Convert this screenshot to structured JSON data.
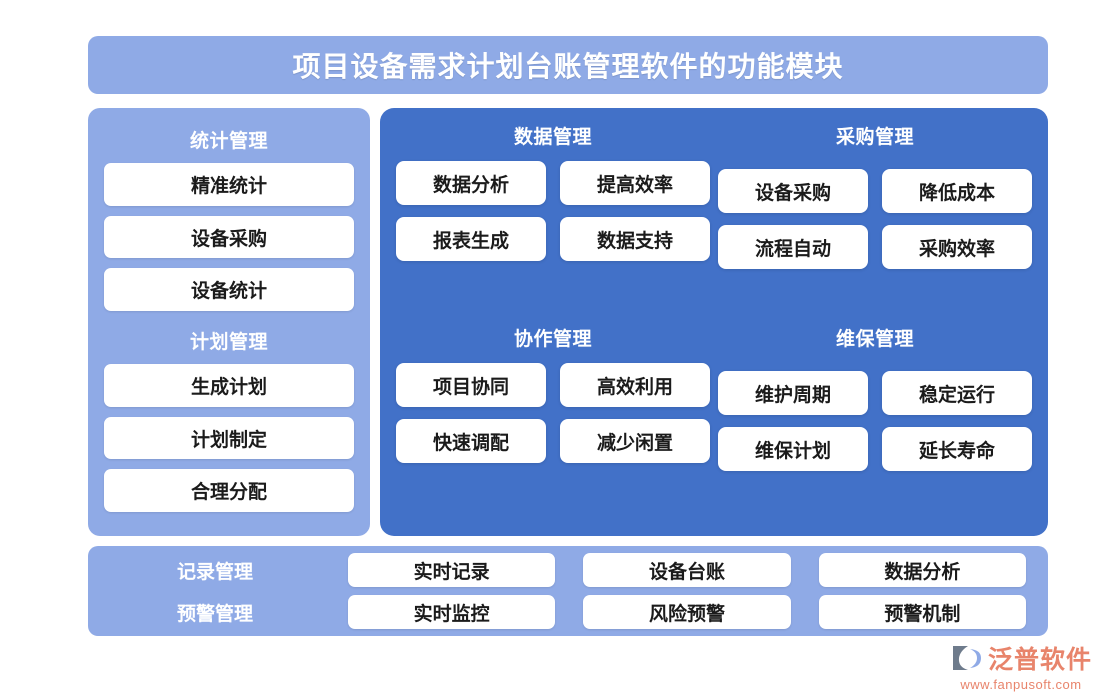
{
  "header": {
    "title": "项目设备需求计划台账管理软件的功能模块"
  },
  "sidebar": {
    "groups": [
      {
        "title": "统计管理",
        "items": [
          {
            "label": "精准统计"
          },
          {
            "label": "设备采购"
          },
          {
            "label": "设备统计"
          }
        ]
      },
      {
        "title": "计划管理",
        "items": [
          {
            "label": "生成计划"
          },
          {
            "label": "计划制定"
          },
          {
            "label": "合理分配"
          }
        ]
      }
    ]
  },
  "main": {
    "sections": [
      {
        "title": "数据管理",
        "items": [
          {
            "label": "数据分析"
          },
          {
            "label": "提高效率"
          },
          {
            "label": "报表生成"
          },
          {
            "label": "数据支持"
          }
        ]
      },
      {
        "title": "采购管理",
        "items": [
          {
            "label": "设备采购"
          },
          {
            "label": "降低成本"
          },
          {
            "label": "流程自动"
          },
          {
            "label": "采购效率"
          }
        ]
      },
      {
        "title": "协作管理",
        "items": [
          {
            "label": "项目协同"
          },
          {
            "label": "高效利用"
          },
          {
            "label": "快速调配"
          },
          {
            "label": "减少闲置"
          }
        ]
      },
      {
        "title": "维保管理",
        "items": [
          {
            "label": "维护周期"
          },
          {
            "label": "稳定运行"
          },
          {
            "label": "维保计划"
          },
          {
            "label": "延长寿命"
          }
        ]
      }
    ]
  },
  "bottom": {
    "rows": [
      {
        "label": "记录管理",
        "items": [
          {
            "label": "实时记录"
          },
          {
            "label": "设备台账"
          },
          {
            "label": "数据分析"
          }
        ]
      },
      {
        "label": "预警管理",
        "items": [
          {
            "label": "实时监控"
          },
          {
            "label": "风险预警"
          },
          {
            "label": "预警机制"
          }
        ]
      }
    ]
  },
  "logo": {
    "name": "泛普软件",
    "url": "www.fanpusoft.com"
  },
  "colors": {
    "light_blue": "#8FAAE6",
    "deep_blue": "#4271C8",
    "card_white": "#FFFFFF",
    "text_dark": "#1B1B1B",
    "logo_orange": "#E8846B",
    "background": "#FFFFFF"
  }
}
